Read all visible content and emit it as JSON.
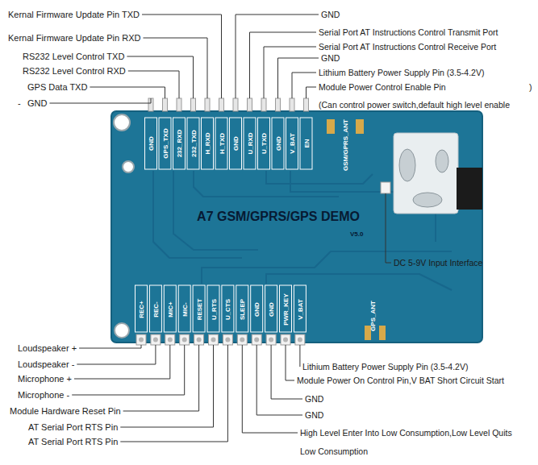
{
  "diagram": {
    "nodes": [
      {
        "text": [
          "A7 GSM/GPRS/GPS DEMO",
          "V5.0"
        ]
      }
    ],
    "labels": [
      "Kernal Firmware Update Pin TXD",
      "Kernal Firmware Update Pin RXD",
      "RS232 Level Control TXD",
      "RS232 Level Control RXD",
      "GPS Data TXD",
      "-",
      "GND",
      "GND",
      "Serial Port AT Instructions Control Transmit Port",
      "Serial Port AT Instructions Control Receive Port",
      "GND",
      "Lithium Battery Power Supply Pin (3.5-4.2V)",
      "Module Power Control Enable Pin",
      ")",
      "(Can control power switch,default high level enable",
      "DC 5-9V Input Interface",
      "GND",
      "GPS_TXD",
      "232_RXD",
      "232_TXD",
      "H_RXD",
      "H_TXD",
      "GND",
      "U_RXD",
      "U_TXD",
      "GND",
      "V_BAT",
      "EN",
      "GSM/GPRS_ANT",
      "Loudspeaker +",
      "Loudspeaker -",
      "Microphone +",
      "Microphone -",
      "Module Hardware Reset Pin",
      "AT Serial Port RTS Pin",
      "AT Serial Port RTS Pin",
      "Lithium Battery Power Supply Pin (3.5-4.2V)",
      "Module Power On Control Pin,V BAT Short Circuit Start",
      "GND",
      "GND",
      "High Level Enter Into Low Consumption,Low Level Quits",
      "Low Consumption",
      "REC+",
      "REC-",
      "MIC+",
      "MIC-",
      "RESET",
      "U_RTS",
      "U_CTS",
      "SLEEP",
      "GND",
      "GND",
      "PWR_KEY",
      "V_BAT",
      "GPS_ANT"
    ]
  }
}
